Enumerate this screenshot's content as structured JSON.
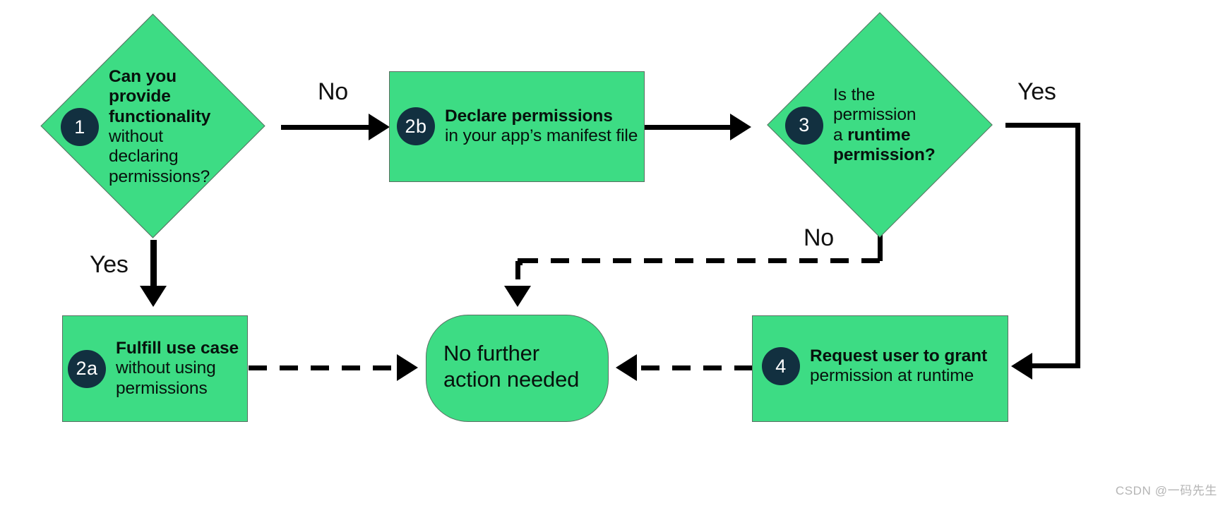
{
  "colors": {
    "node_fill": "#3ddc84",
    "badge_fill": "#123040",
    "badge_text": "#ffffff",
    "text": "#07120d",
    "connector": "#000000",
    "background": "#ffffff",
    "watermark_text": "#b5b5b5"
  },
  "nodes": {
    "n1": {
      "badge": "1",
      "shape": "diamond",
      "line1_bold": "Can you",
      "line2_bold": "provide",
      "line3_bold": "functionality",
      "line4": "without",
      "line5": "declaring",
      "line6": "permissions?"
    },
    "n2a": {
      "badge": "2a",
      "shape": "rectangle",
      "line1_bold": "Fulfill use case",
      "line2": "without using",
      "line3": "permissions"
    },
    "n2b": {
      "badge": "2b",
      "shape": "rectangle",
      "line1_bold": "Declare permissions",
      "line2": "in your app’s manifest file"
    },
    "n3": {
      "badge": "3",
      "shape": "diamond",
      "line1": "Is the",
      "line2": "permission",
      "line3_prefix": "a ",
      "line3_bold": "runtime",
      "line4_bold": "permission?"
    },
    "n4": {
      "badge": "4",
      "shape": "rectangle",
      "line1_bold": "Request user to grant",
      "line2": "permission at runtime"
    },
    "done": {
      "shape": "rounded",
      "line1": "No further",
      "line2": "action needed"
    }
  },
  "edges": {
    "n1_to_n2b": "No",
    "n1_to_n2a": "Yes",
    "n3_to_done": "No",
    "n3_to_n4": "Yes"
  },
  "watermark": "CSDN @一码先生"
}
